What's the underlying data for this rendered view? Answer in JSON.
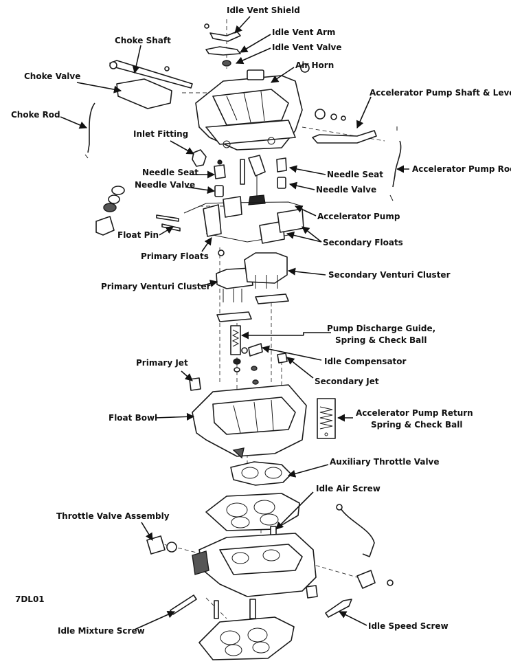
{
  "diagram_code": "7DL01",
  "labels": {
    "idle_vent_shield": "Idle Vent Shield",
    "idle_vent_arm": "Idle Vent Arm",
    "idle_vent_valve": "Idle Vent Valve",
    "air_horn": "Air Horn",
    "choke_shaft": "Choke Shaft",
    "choke_valve": "Choke Valve",
    "choke_rod": "Choke Rod",
    "accel_pump_shaft_lever": "Accelerator Pump Shaft & Lever",
    "accel_pump_rod": "Accelerator Pump Rod",
    "inlet_fitting": "Inlet Fitting",
    "needle_seat_left": "Needle Seat",
    "needle_seat_right": "Needle Seat",
    "needle_valve_left": "Needle Valve",
    "needle_valve_right": "Needle Valve",
    "accelerator_pump": "Accelerator Pump",
    "float_pin": "Float Pin",
    "secondary_floats": "Secondary Floats",
    "primary_floats": "Primary Floats",
    "secondary_venturi_cluster": "Secondary Venturi Cluster",
    "primary_venturi_cluster": "Primary Venturi Cluster",
    "pump_discharge_line1": "Pump Discharge Guide,",
    "pump_discharge_line2": "Spring & Check Ball",
    "idle_compensator": "Idle Compensator",
    "primary_jet": "Primary Jet",
    "secondary_jet": "Secondary Jet",
    "float_bowl": "Float Bowl",
    "accel_return_line1": "Accelerator Pump Return",
    "accel_return_line2": "Spring & Check Ball",
    "auxiliary_throttle_valve": "Auxiliary Throttle Valve",
    "idle_air_screw": "Idle Air Screw",
    "throttle_valve_assembly": "Throttle Valve Assembly",
    "idle_mixture_screw": "Idle Mixture Screw",
    "idle_speed_screw": "Idle Speed Screw"
  }
}
